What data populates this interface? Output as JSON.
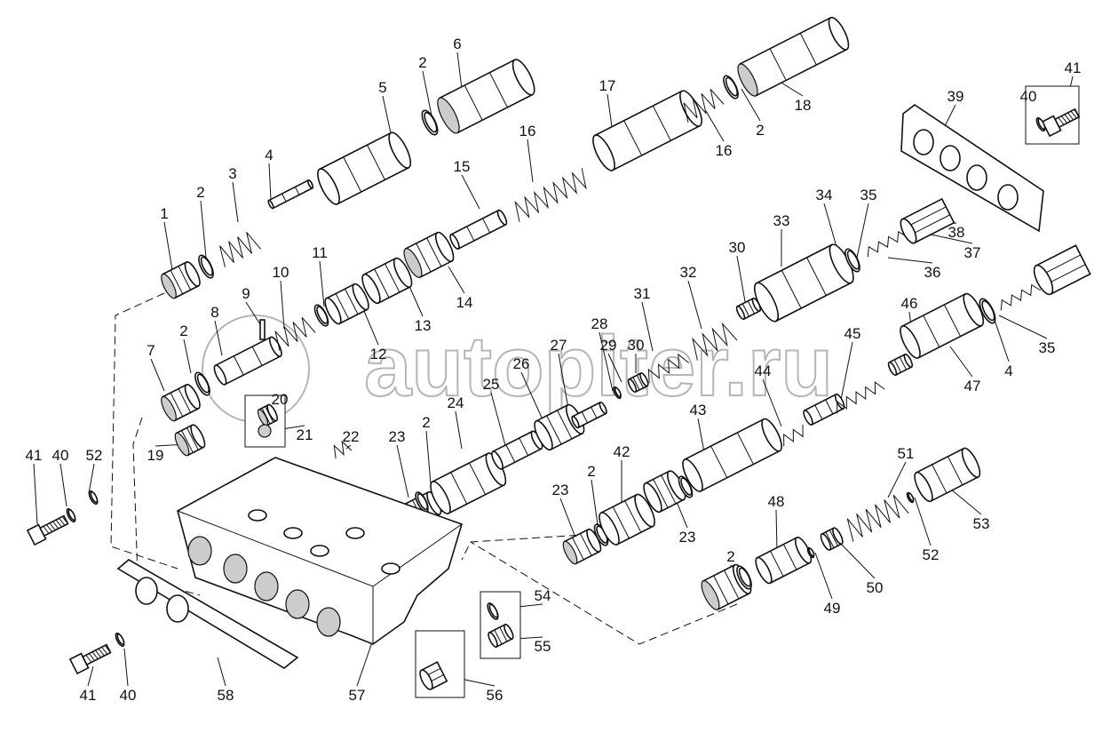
{
  "title": "Valve body assembly exploded view",
  "watermark": "autopiter.ru",
  "callouts": [
    "6",
    "2",
    "5",
    "4",
    "3",
    "2",
    "1",
    "17",
    "18",
    "2",
    "16",
    "16",
    "39",
    "40",
    "41",
    "15",
    "11",
    "10",
    "9",
    "8",
    "2",
    "7",
    "12",
    "13",
    "14",
    "33",
    "34",
    "35",
    "38",
    "37",
    "36",
    "30",
    "32",
    "31",
    "28",
    "29",
    "30",
    "27",
    "26",
    "25",
    "24",
    "23",
    "2",
    "46",
    "45",
    "44",
    "43",
    "47",
    "4",
    "35",
    "20",
    "21",
    "22",
    "19",
    "41",
    "40",
    "52",
    "42",
    "2",
    "23",
    "23",
    "2",
    "48",
    "51",
    "53",
    "52",
    "50",
    "49",
    "54",
    "55",
    "56",
    "57",
    "58",
    "41",
    "40"
  ]
}
